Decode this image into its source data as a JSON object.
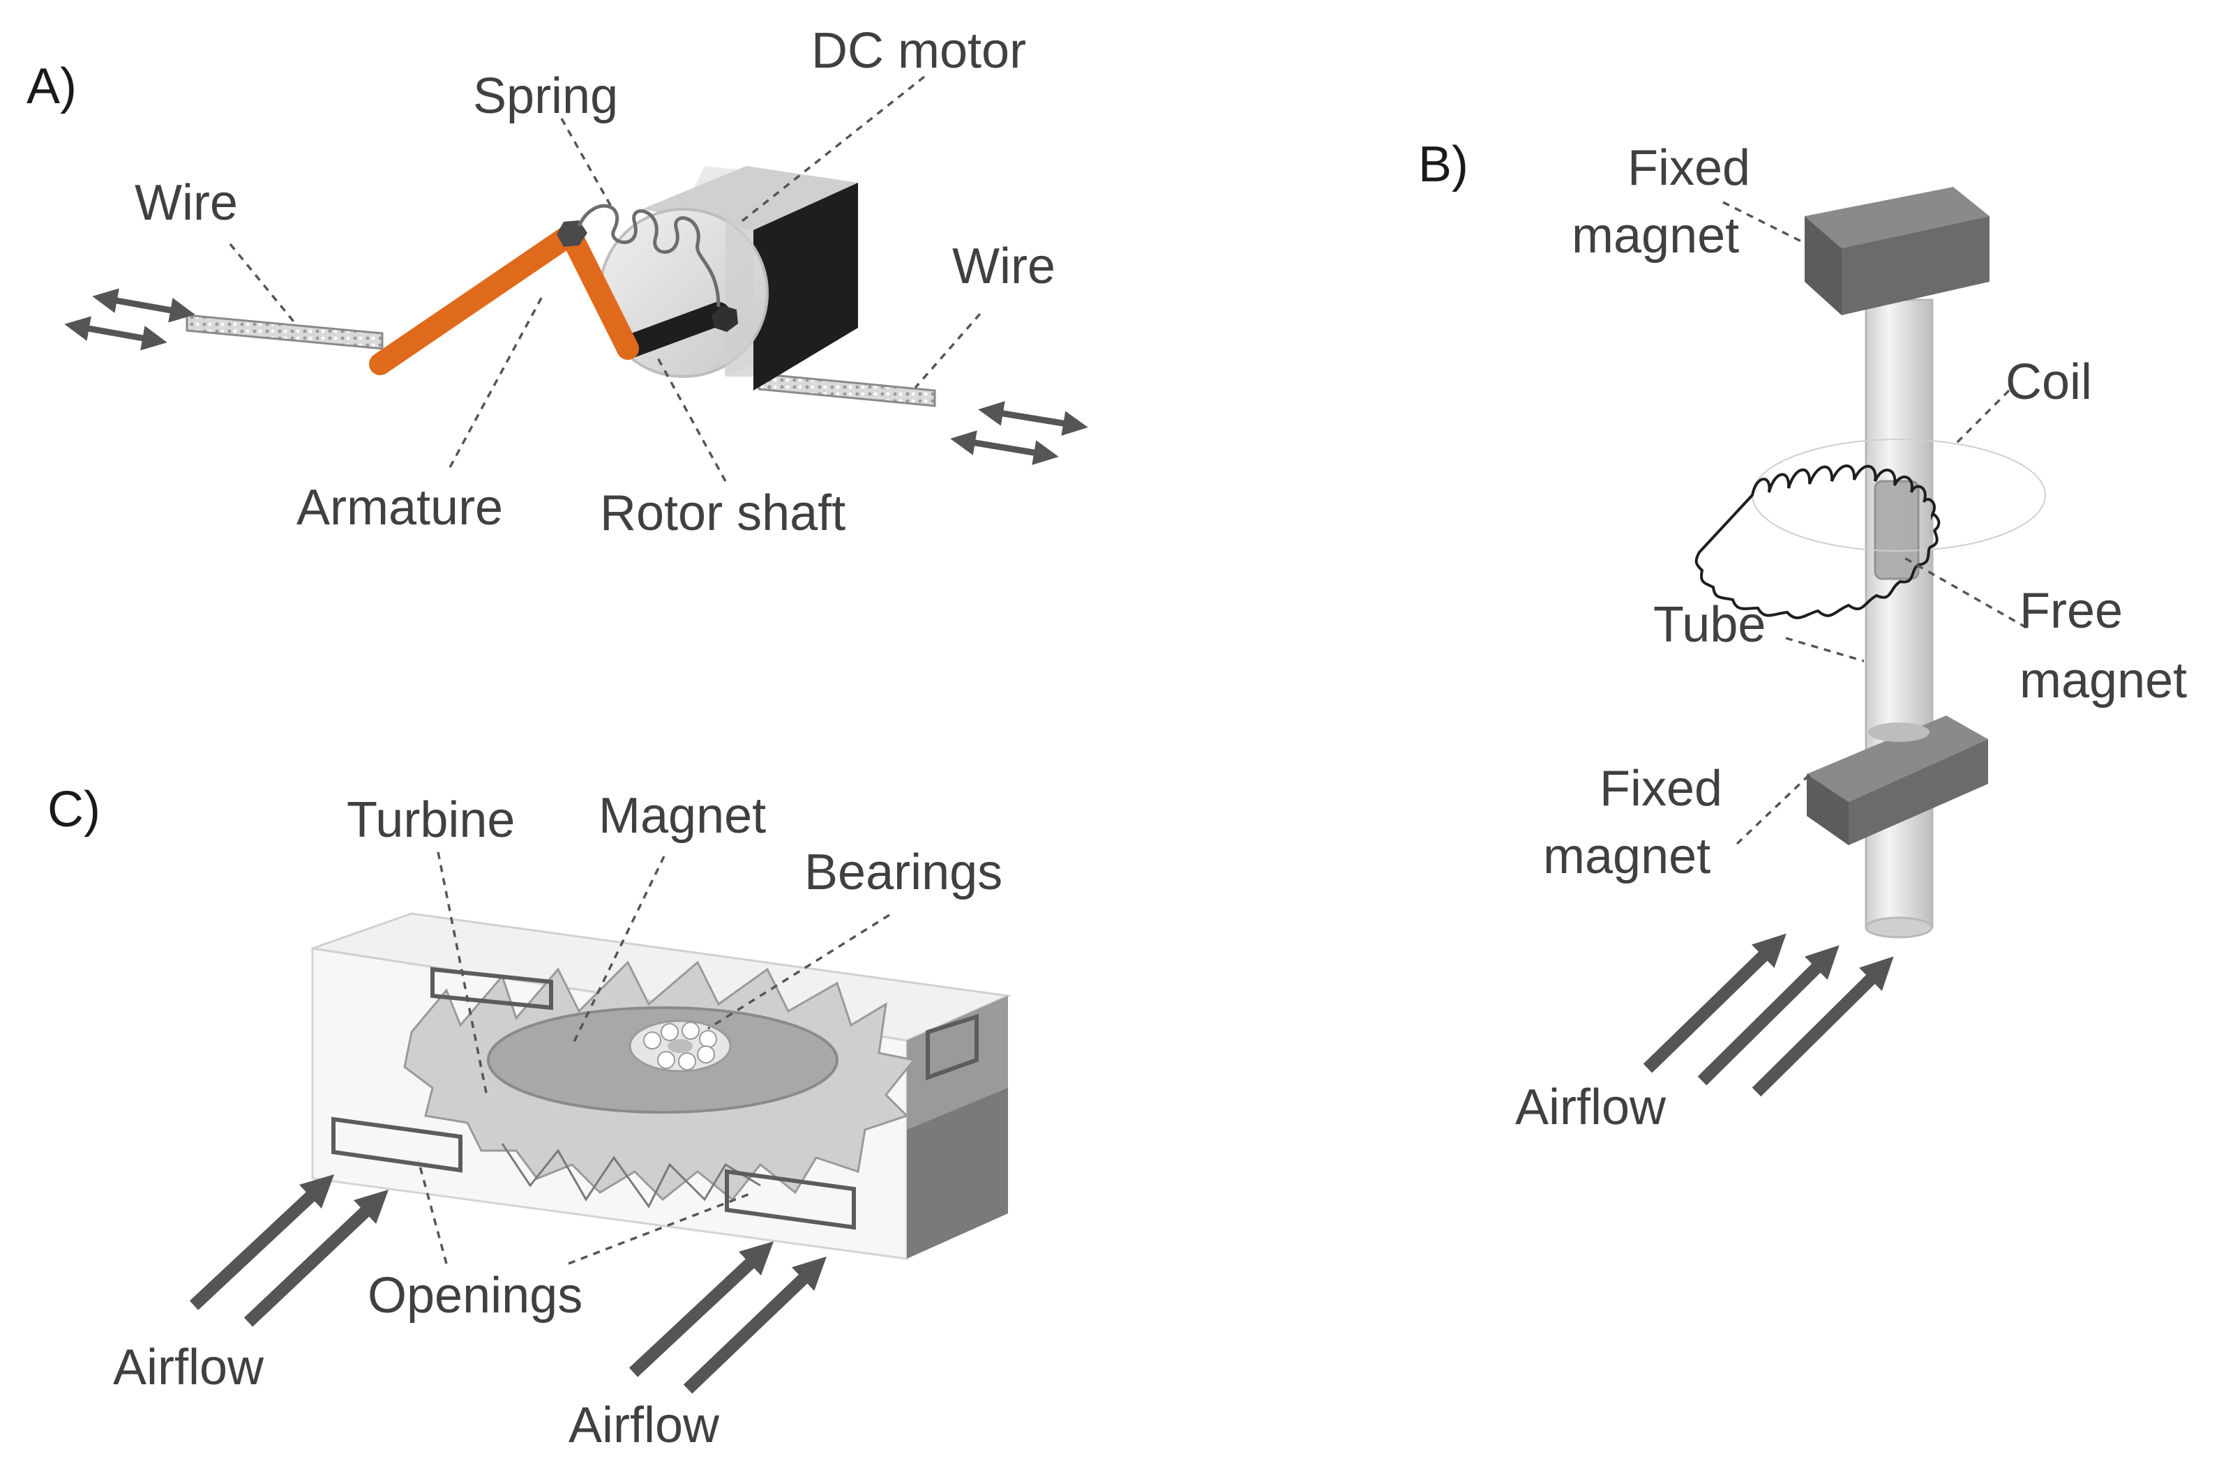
{
  "panels": {
    "a": {
      "label": "A)",
      "labels": {
        "dc_motor": "DC motor",
        "spring": "Spring",
        "wire_left": "Wire",
        "wire_right": "Wire",
        "armature": "Armature",
        "rotor_shaft": "Rotor shaft"
      }
    },
    "b": {
      "label": "B)",
      "labels": {
        "fixed_magnet_top_1": "Fixed",
        "fixed_magnet_top_2": "magnet",
        "coil": "Coil",
        "tube": "Tube",
        "free_magnet_1": "Free",
        "free_magnet_2": "magnet",
        "fixed_magnet_bottom_1": "Fixed",
        "fixed_magnet_bottom_2": "magnet",
        "airflow": "Airflow"
      }
    },
    "c": {
      "label": "C)",
      "labels": {
        "turbine": "Turbine",
        "magnet": "Magnet",
        "bearings": "Bearings",
        "openings": "Openings",
        "airflow_left": "Airflow",
        "airflow_right": "Airflow"
      }
    }
  },
  "colors": {
    "armature": "#e06a1c",
    "motor_dark": "#1e1e1e",
    "motor_light": "#d9d9d9",
    "magnet_block": "#6b6b6b",
    "arrow": "#555555",
    "text": "#404040"
  }
}
